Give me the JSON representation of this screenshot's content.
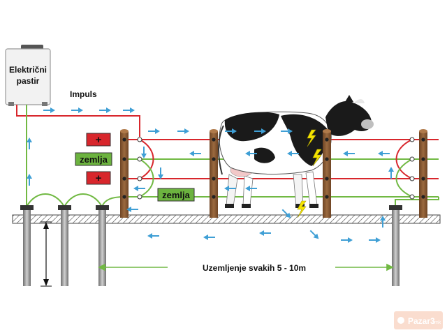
{
  "energizer": {
    "line1": "Električni",
    "line2": "pastir"
  },
  "labels": {
    "impuls": "Impuls",
    "zemlja_top": "zemlja",
    "zemlja_bottom": "zemlja",
    "plus_top": "+",
    "plus_bottom": "+",
    "grounding": "Uzemljenje svakih 5 - 10m"
  },
  "watermark": {
    "text": "Pazar3",
    "suffix": ".mk"
  },
  "colors": {
    "live_wire": "#d8262c",
    "earth_wire": "#71b943",
    "arrow": "#3f9fd5",
    "plus_box": "#d8262c",
    "zemlja_box": "#6cb33f",
    "post": "#8a5a34",
    "spark": "#f5e400"
  }
}
